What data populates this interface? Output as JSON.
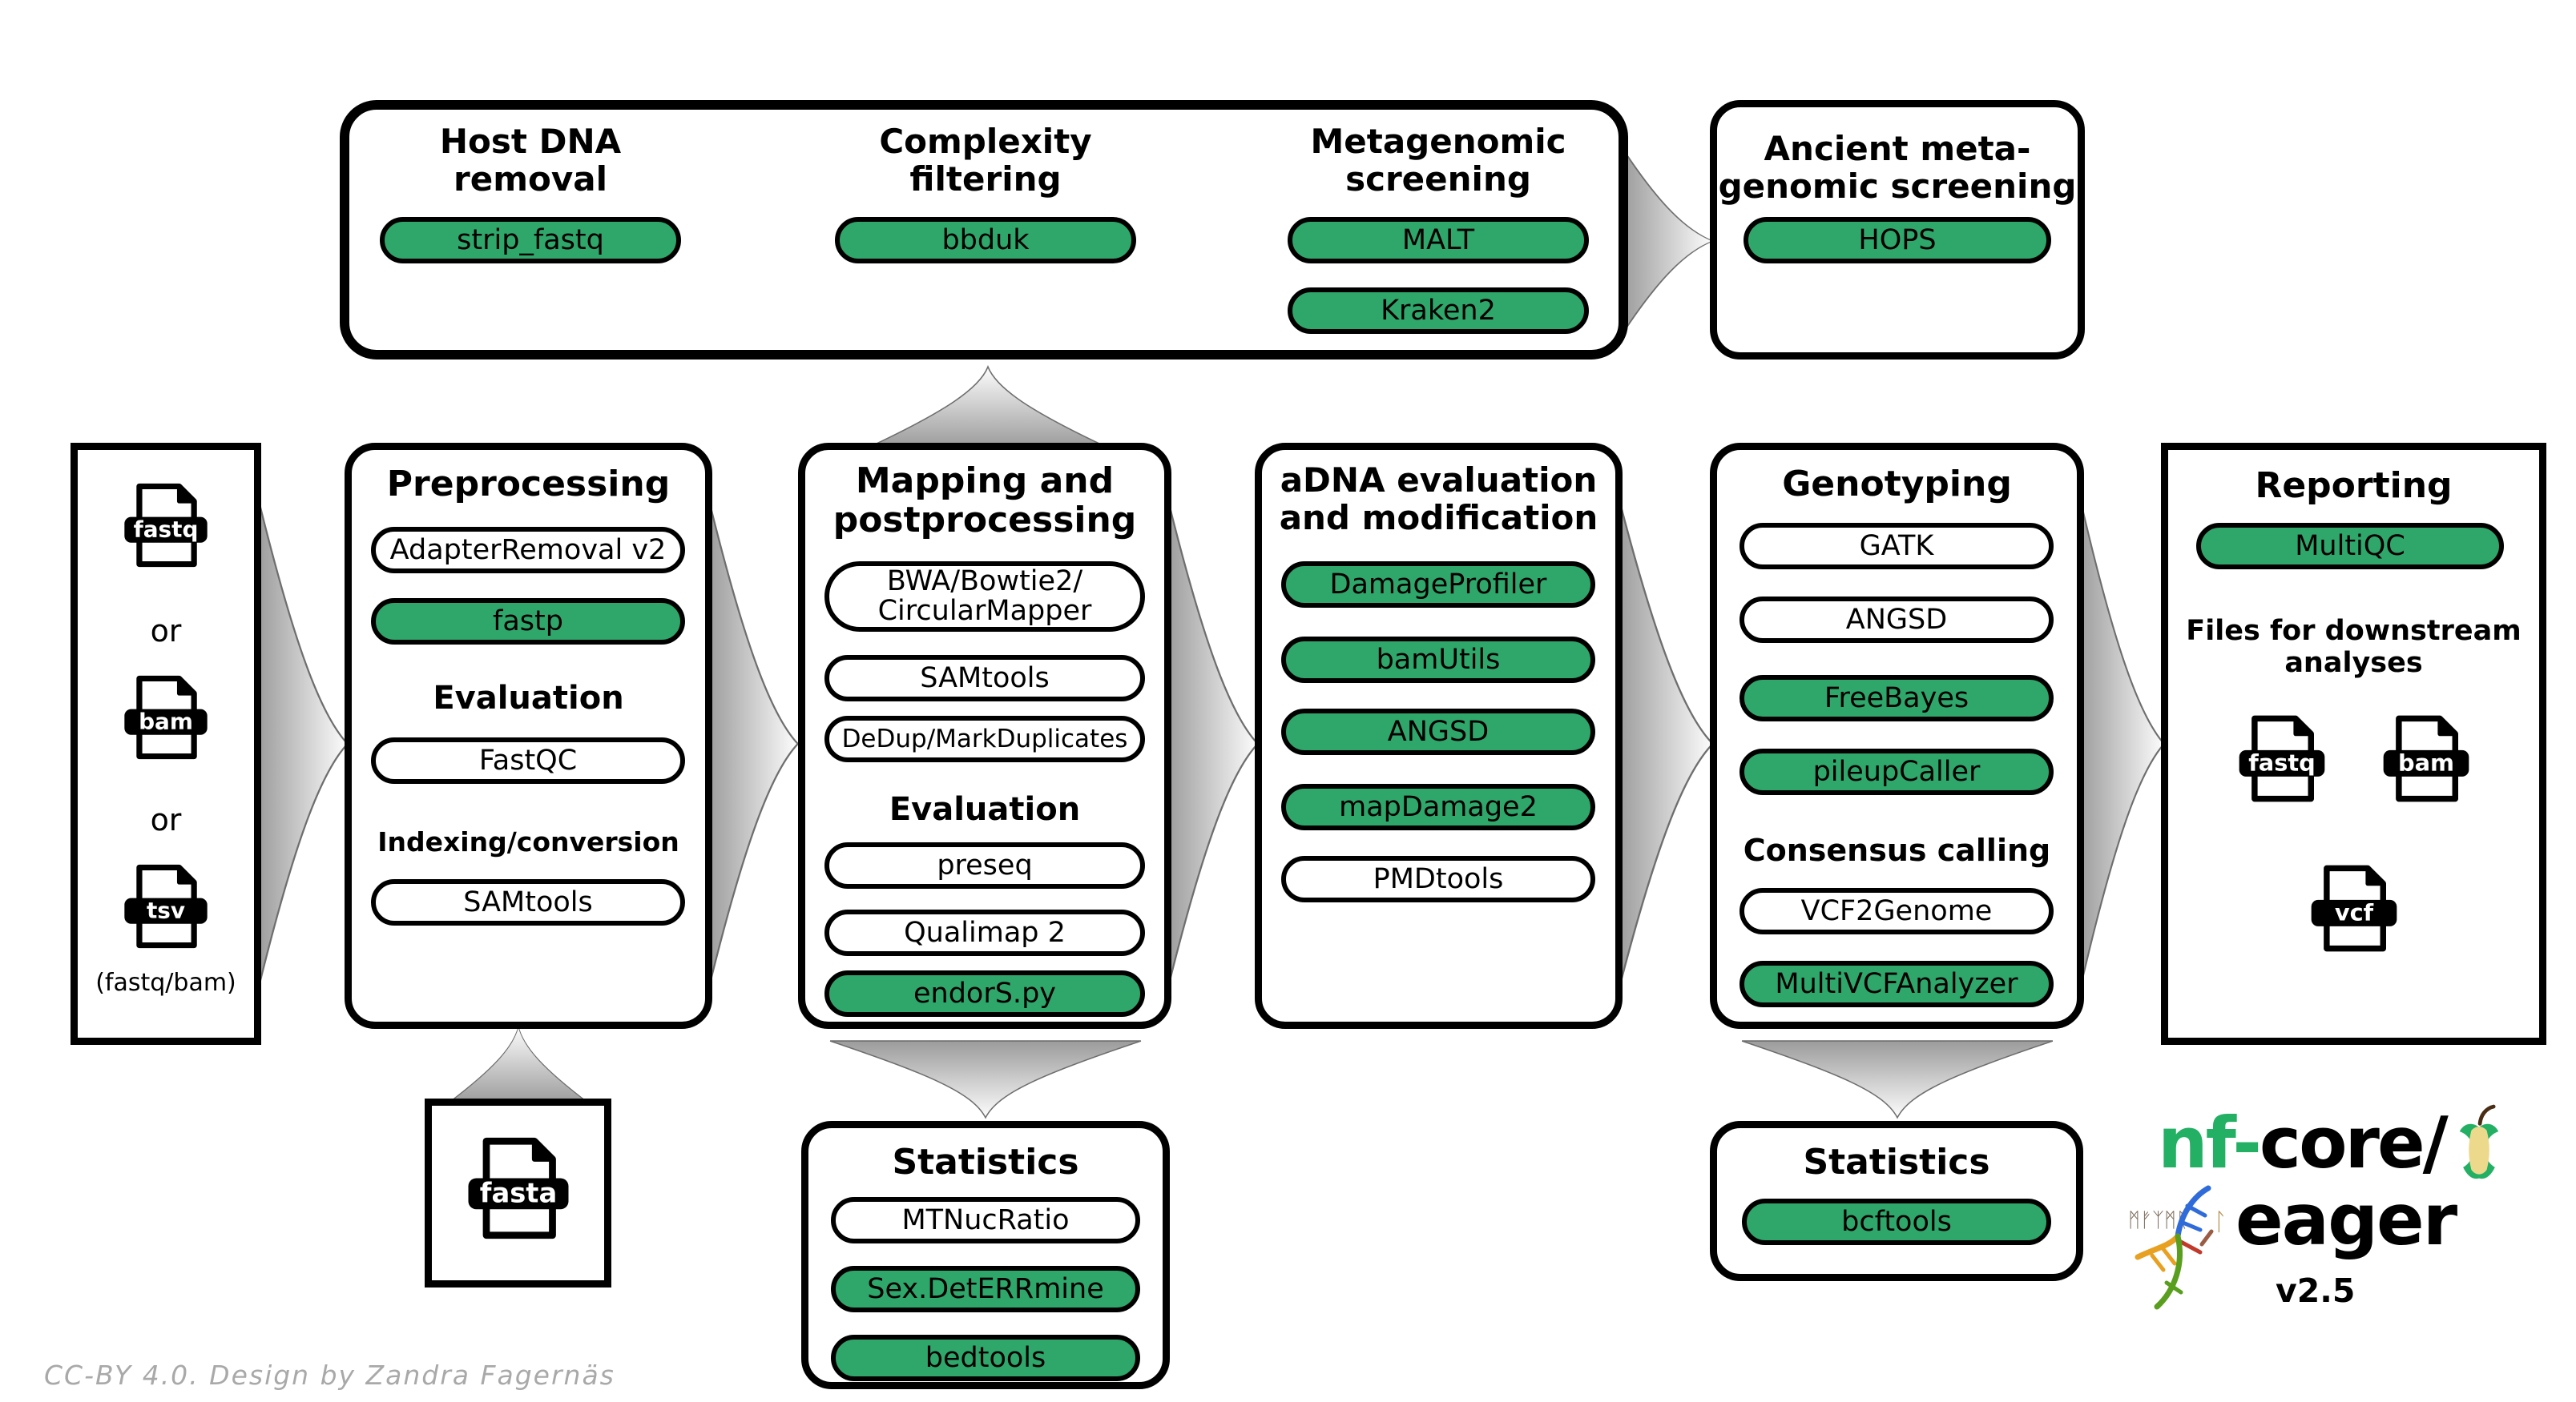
{
  "colors": {
    "green": "#2FA66A",
    "nf_green": "#24B064",
    "arrow_base": "#9B9B9B",
    "arrow_tip": "#FDFDFD"
  },
  "screening_box": {
    "columns": [
      {
        "title": [
          "Host DNA",
          "removal"
        ],
        "pills": [
          {
            "label": "strip_fastq",
            "green": true
          }
        ]
      },
      {
        "title": [
          "Complexity",
          "filtering"
        ],
        "pills": [
          {
            "label": "bbduk",
            "green": true
          }
        ]
      },
      {
        "title": [
          "Metagenomic",
          "screening"
        ],
        "pills": [
          {
            "label": "MALT",
            "green": true
          },
          {
            "label": "Kraken2",
            "green": true
          }
        ]
      }
    ]
  },
  "ancient_box": {
    "title": [
      "Ancient meta-",
      "genomic screening"
    ],
    "pills": [
      {
        "label": "HOPS",
        "green": true
      }
    ]
  },
  "input_box": {
    "files": [
      "fastq",
      "bam",
      "tsv"
    ],
    "or": "or",
    "caption": "(fastq/bam)"
  },
  "preprocessing_box": {
    "title": "Preprocessing",
    "pills": [
      {
        "label": "AdapterRemoval v2",
        "green": false
      },
      {
        "label": "fastp",
        "green": true
      }
    ],
    "subtitle_eval": "Evaluation",
    "pills_eval": [
      {
        "label": "FastQC",
        "green": false
      }
    ],
    "subtitle_index": "Indexing/conversion",
    "pills_index": [
      {
        "label": "SAMtools",
        "green": false
      }
    ]
  },
  "mapping_box": {
    "title": [
      "Mapping and",
      "postprocessing"
    ],
    "pill_mapper": [
      "BWA/Bowtie2/",
      "CircularMapper"
    ],
    "pills": [
      {
        "label": "SAMtools",
        "green": false
      },
      {
        "label": "DeDup/MarkDuplicates",
        "green": false
      }
    ],
    "subtitle": "Evaluation",
    "pills_eval": [
      {
        "label": "preseq",
        "green": false
      },
      {
        "label": "Qualimap 2",
        "green": false
      },
      {
        "label": "endorS.py",
        "green": true
      }
    ]
  },
  "adna_box": {
    "title": [
      "aDNA evaluation",
      "and modification"
    ],
    "pills": [
      {
        "label": "DamageProfiler",
        "green": true
      },
      {
        "label": "bamUtils",
        "green": true
      },
      {
        "label": "ANGSD",
        "green": true
      },
      {
        "label": "mapDamage2",
        "green": true
      },
      {
        "label": "PMDtools",
        "green": false
      }
    ]
  },
  "genotyping_box": {
    "title": "Genotyping",
    "pills": [
      {
        "label": "GATK",
        "green": false
      },
      {
        "label": "ANGSD",
        "green": false
      },
      {
        "label": "FreeBayes",
        "green": true
      },
      {
        "label": "pileupCaller",
        "green": true
      }
    ],
    "subtitle": "Consensus calling",
    "pills_consensus": [
      {
        "label": "VCF2Genome",
        "green": false
      },
      {
        "label": "MultiVCFAnalyzer",
        "green": true
      }
    ]
  },
  "reporting_box": {
    "title": "Reporting",
    "pills": [
      {
        "label": "MultiQC",
        "green": true
      }
    ],
    "subtitle": [
      "Files for downstream",
      "analyses"
    ],
    "files": [
      "fastq",
      "bam",
      "vcf"
    ]
  },
  "stats_mapping_box": {
    "title": "Statistics",
    "pills": [
      {
        "label": "MTNucRatio",
        "green": false
      },
      {
        "label": "Sex.DetERRmine",
        "green": true
      },
      {
        "label": "bedtools",
        "green": true
      }
    ]
  },
  "stats_genotyping_box": {
    "title": "Statistics",
    "pills": [
      {
        "label": "bcftools",
        "green": true
      }
    ]
  },
  "fasta_box": {
    "file": "fasta"
  },
  "logo": {
    "nf": "nf-",
    "core": "core/",
    "name": "eager",
    "version": "v2.5",
    "runes": "ᛗᚠᛉᛗᚱ",
    "rune_l": "ᛚ"
  },
  "credit": "CC-BY 4.0. Design by Zandra Fagernäs"
}
